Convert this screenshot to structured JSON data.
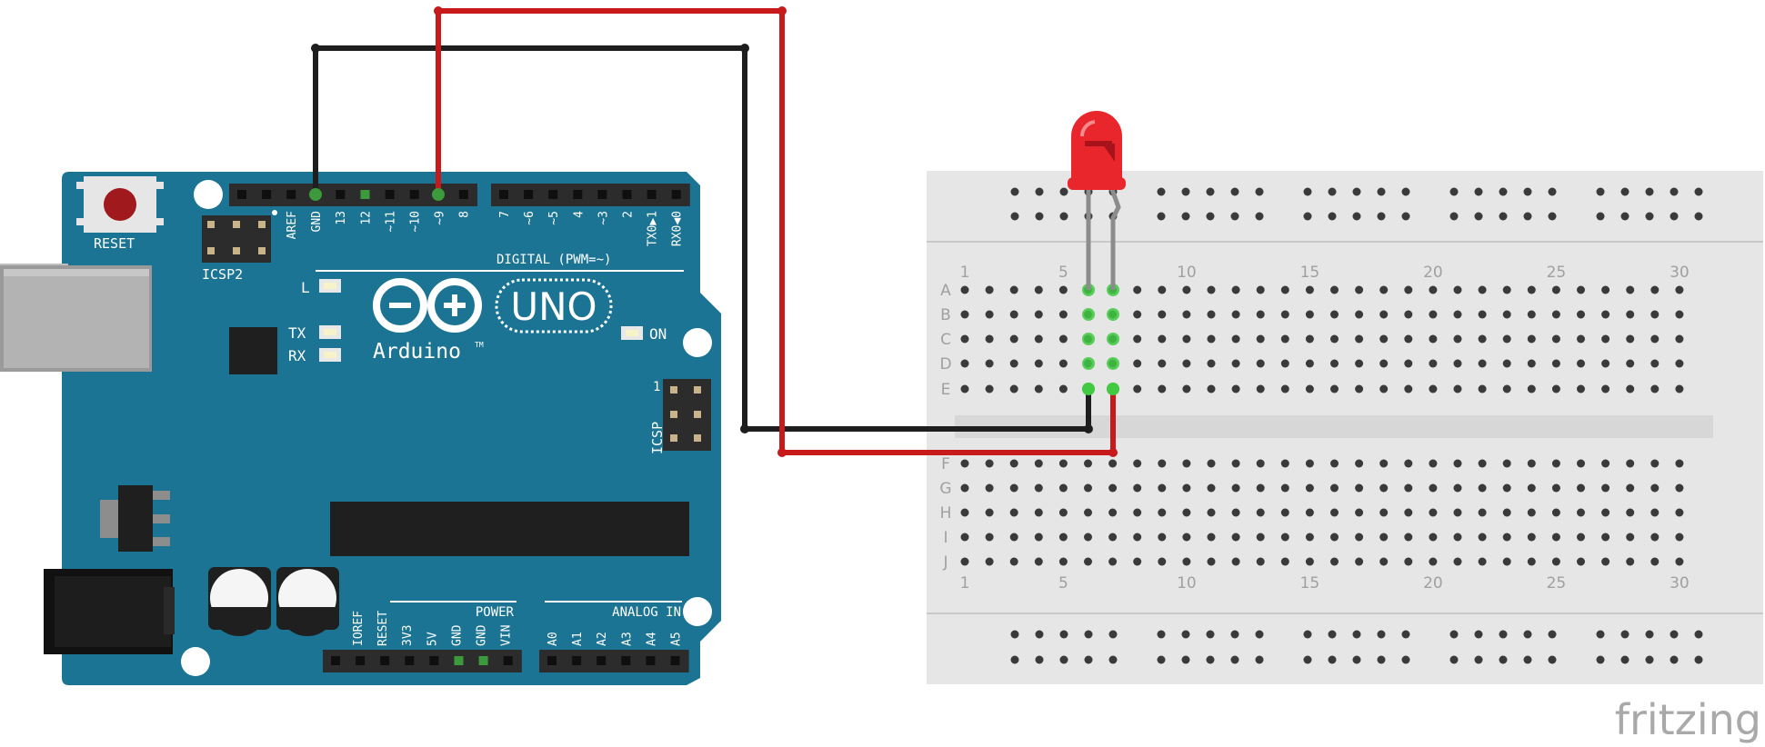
{
  "arduino": {
    "reset_label": "RESET",
    "icsp2_label": "ICSP2",
    "icsp_label": "ICSP",
    "icsp_pin1": "1",
    "digital_label": "DIGITAL (PWM=~)",
    "l_label": "L",
    "tx_label": "TX",
    "rx_label": "RX",
    "on_label": "ON",
    "brand": "Arduino",
    "tm": "TM",
    "model": "UNO",
    "power_label": "POWER",
    "analog_label": "ANALOG IN",
    "top_left_pins": [
      "AREF",
      "GND",
      "13",
      "12",
      "~11",
      "~10",
      "~9",
      "8"
    ],
    "top_right_pins": [
      "7",
      "~6",
      "~5",
      "4",
      "~3",
      "2",
      "TX0▶1",
      "RX0◀0"
    ],
    "power_pins": [
      "IOREF",
      "RESET",
      "3V3",
      "5V",
      "GND",
      "GND",
      "VIN"
    ],
    "analog_pins": [
      "A0",
      "A1",
      "A2",
      "A3",
      "A4",
      "A5"
    ],
    "colors": {
      "board": "#1b7493",
      "header": "#2c2c2c",
      "pin_active": "#3c9a3c"
    }
  },
  "breadboard": {
    "rows_top": [
      "A",
      "B",
      "C",
      "D",
      "E"
    ],
    "rows_bottom": [
      "F",
      "G",
      "H",
      "I",
      "J"
    ],
    "col_numbers": [
      "1",
      "5",
      "10",
      "15",
      "20",
      "25",
      "30"
    ],
    "colors": {
      "body": "#e6e6e6",
      "hole": "#3a3a3a",
      "label": "#a0a0a0"
    }
  },
  "led": {
    "color": "#e8262c"
  },
  "wires": {
    "gnd": {
      "color": "#1e1e1e"
    },
    "signal": {
      "color": "#c8191b"
    }
  },
  "brand_mark": "fritzing"
}
